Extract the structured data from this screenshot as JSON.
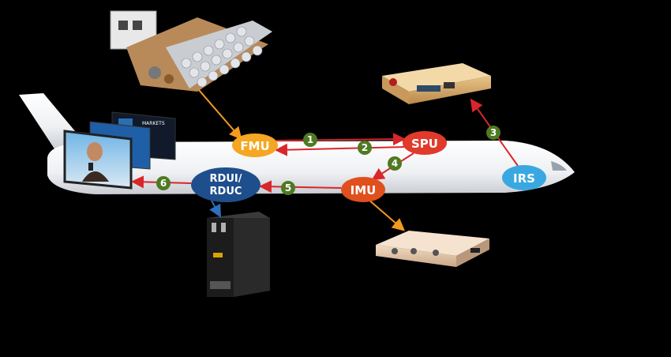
{
  "nodes": {
    "fmu": {
      "label": "FMU",
      "color": "#F5A623"
    },
    "spu": {
      "label": "SPU",
      "color": "#E03A2B"
    },
    "irs": {
      "label": "IRS",
      "color": "#3AA8E0"
    },
    "imu": {
      "label": "IMU",
      "color": "#E0501E"
    },
    "rdui_line1": "RDUI/",
    "rdui_line2": "RDUC",
    "rdui_color": "#1F4E8C"
  },
  "steps": [
    "1",
    "2",
    "3",
    "4",
    "5",
    "6"
  ],
  "step_color": "#4E7A22",
  "arrow_colors": {
    "red": "#D8262A",
    "orange": "#F39A1E",
    "blue": "#2E6FC0"
  },
  "screen": {
    "markets": "MARKETS"
  }
}
